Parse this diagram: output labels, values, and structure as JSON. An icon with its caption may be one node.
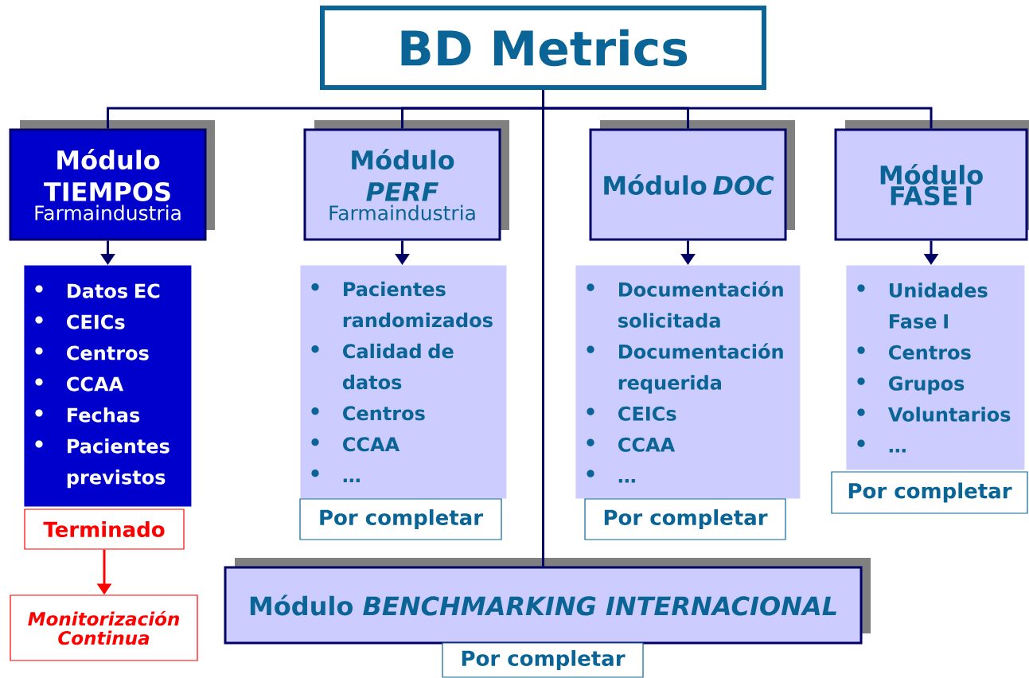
{
  "diagram": {
    "nodes": [
      {
        "text": [
          "BD Metrics"
        ]
      },
      {
        "text": [
          "Módulo TIEMPOS",
          "Farmaindustria"
        ]
      },
      {
        "text": [
          "Módulo *PERF*",
          "Farmaindustria"
        ]
      },
      {
        "text": [
          "Módulo *DOC*"
        ]
      },
      {
        "text": [
          "Módulo FASE I"
        ]
      },
      {
        "text": [
          "Datos EC",
          "CEICs",
          "Centros",
          "CCAA",
          "Fechas",
          "Pacientes previstos"
        ]
      },
      {
        "text": [
          "Pacientes randomizados",
          "Calidad de datos",
          "Centros",
          "CCAA",
          "…"
        ]
      },
      {
        "text": [
          "Documentación solicitada",
          "Documentación requerida",
          "CEICs",
          "CCAA",
          "…"
        ]
      },
      {
        "text": [
          "Unidades Fase I",
          "Centros",
          "Grupos",
          "Voluntarios",
          "…"
        ]
      },
      {
        "text": [
          "Terminado"
        ]
      },
      {
        "text": [
          "Por completar"
        ]
      },
      {
        "text": [
          "Por completar"
        ]
      },
      {
        "text": [
          "Por completar"
        ]
      },
      {
        "text": [
          "Monitorización Continua"
        ]
      },
      {
        "text": [
          "Módulo *BENCHMARKING INTERNACIONAL*"
        ]
      },
      {
        "text": [
          "Por completar"
        ]
      }
    ],
    "edges": [
      {
        "from": 0,
        "to": 1,
        "arrow": "none"
      },
      {
        "from": 0,
        "to": 2,
        "arrow": "none"
      },
      {
        "from": 0,
        "to": 3,
        "arrow": "none"
      },
      {
        "from": 0,
        "to": 4,
        "arrow": "none"
      },
      {
        "from": 0,
        "to": 14,
        "arrow": "none"
      },
      {
        "from": 1,
        "to": 5,
        "arrow": "to"
      },
      {
        "from": 2,
        "to": 6,
        "arrow": "to"
      },
      {
        "from": 3,
        "to": 7,
        "arrow": "to"
      },
      {
        "from": 4,
        "to": 8,
        "arrow": "to"
      },
      {
        "from": 9,
        "to": 13,
        "arrow": "to",
        "color": "#ff0000"
      }
    ]
  }
}
